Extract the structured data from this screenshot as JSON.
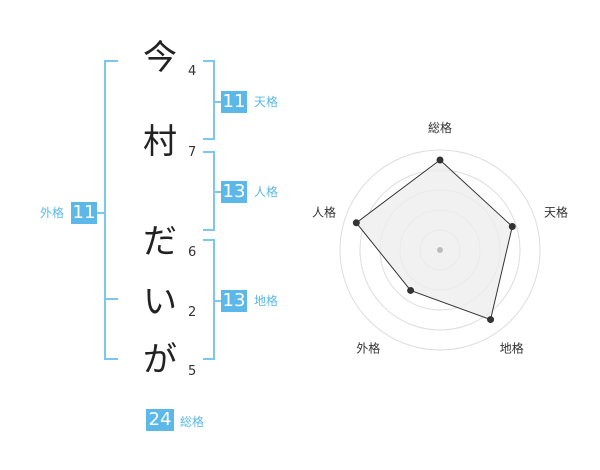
{
  "name": {
    "chars": [
      "今",
      "村",
      "だ",
      "い",
      "が"
    ],
    "strokes": [
      "4",
      "7",
      "6",
      "2",
      "5"
    ]
  },
  "fortunes": {
    "ten": {
      "value": "11",
      "label": "天格"
    },
    "jin": {
      "value": "13",
      "label": "人格"
    },
    "chi": {
      "value": "13",
      "label": "地格"
    },
    "gai": {
      "value": "11",
      "label": "外格"
    },
    "total": {
      "value": "24",
      "label": "総格"
    }
  },
  "colors": {
    "accent": "#5bb8e8",
    "bracket": "#7cc7ee",
    "radar_fill": "#eeeeee",
    "radar_line": "#333333"
  },
  "chart_data": {
    "type": "radar",
    "axes": [
      "総格",
      "天格",
      "地格",
      "外格",
      "人格"
    ],
    "values": [
      4.5,
      3.8,
      4.3,
      2.5,
      4.4
    ],
    "max": 5,
    "grid_levels": 5
  }
}
